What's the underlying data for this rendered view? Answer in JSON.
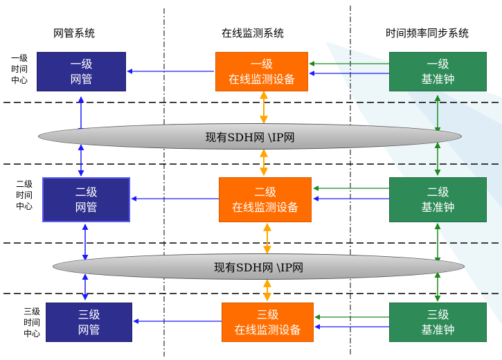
{
  "columns": {
    "network_mgmt": "网管系统",
    "online_monitor": "在线监测系统",
    "time_sync": "时间频率同步系统"
  },
  "levels": [
    {
      "center_label": "一级\n时间\n中心",
      "nm_line1": "一级",
      "nm_line2": "网管",
      "mon_line1": "一级",
      "mon_line2": "在线监测设备",
      "clk_line1": "一级",
      "clk_line2": "基准钟"
    },
    {
      "center_label": "二级\n时间\n中心",
      "nm_line1": "二级",
      "nm_line2": "网管",
      "mon_line1": "二级",
      "mon_line2": "在线监测设备",
      "clk_line1": "二级",
      "clk_line2": "基准钟"
    },
    {
      "center_label": "三级\n时间\n中心",
      "nm_line1": "三级",
      "nm_line2": "网管",
      "mon_line1": "三级",
      "mon_line2": "在线监测设备",
      "clk_line1": "三级",
      "clk_line2": "基准钟"
    }
  ],
  "networks": [
    "现有SDH网 \\IP网",
    "现有SDH网 \\IP网"
  ],
  "colors": {
    "network_mgmt": "#2e2e8f",
    "online_monitor": "#ff6d00",
    "reference_clock": "#2e8b57",
    "management_link": "#1a1aff",
    "timing_link": "#1a8a1a",
    "monitor_bus": "#ffa500"
  }
}
